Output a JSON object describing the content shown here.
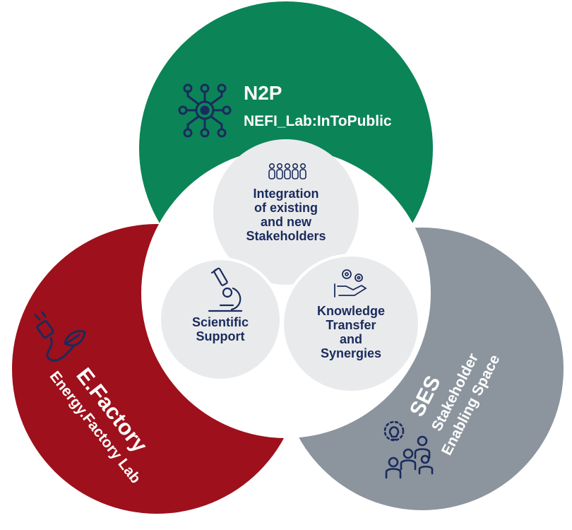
{
  "colors": {
    "n2p": "#0b8458",
    "efactory": "#9e101b",
    "ses": "#8c959e",
    "core": "#ffffff",
    "sub": "#e9eaec",
    "navy": "#1a2b5c"
  },
  "n2p": {
    "title": "N2P",
    "subtitle": "NEFI_Lab:InToPublic",
    "icon": "network-hub-icon"
  },
  "efactory": {
    "title": "E.Factory",
    "subtitle": "Energy.Factory Lab",
    "icon": "plug-leaf-icon"
  },
  "ses": {
    "title": "SES",
    "subtitle_line1": "Stakeholder",
    "subtitle_line2": "Enabling Space",
    "icon": "people-idea-icon"
  },
  "core": {
    "integration": [
      "Integration",
      "of existing",
      "and new",
      "Stakeholders"
    ],
    "integration_icon": "people-group-icon",
    "science": [
      "Scientific",
      "Support"
    ],
    "science_icon": "microscope-icon",
    "knowledge": [
      "Knowledge",
      "Transfer",
      "and",
      "Synergies"
    ],
    "knowledge_icon": "gears-hand-icon"
  }
}
